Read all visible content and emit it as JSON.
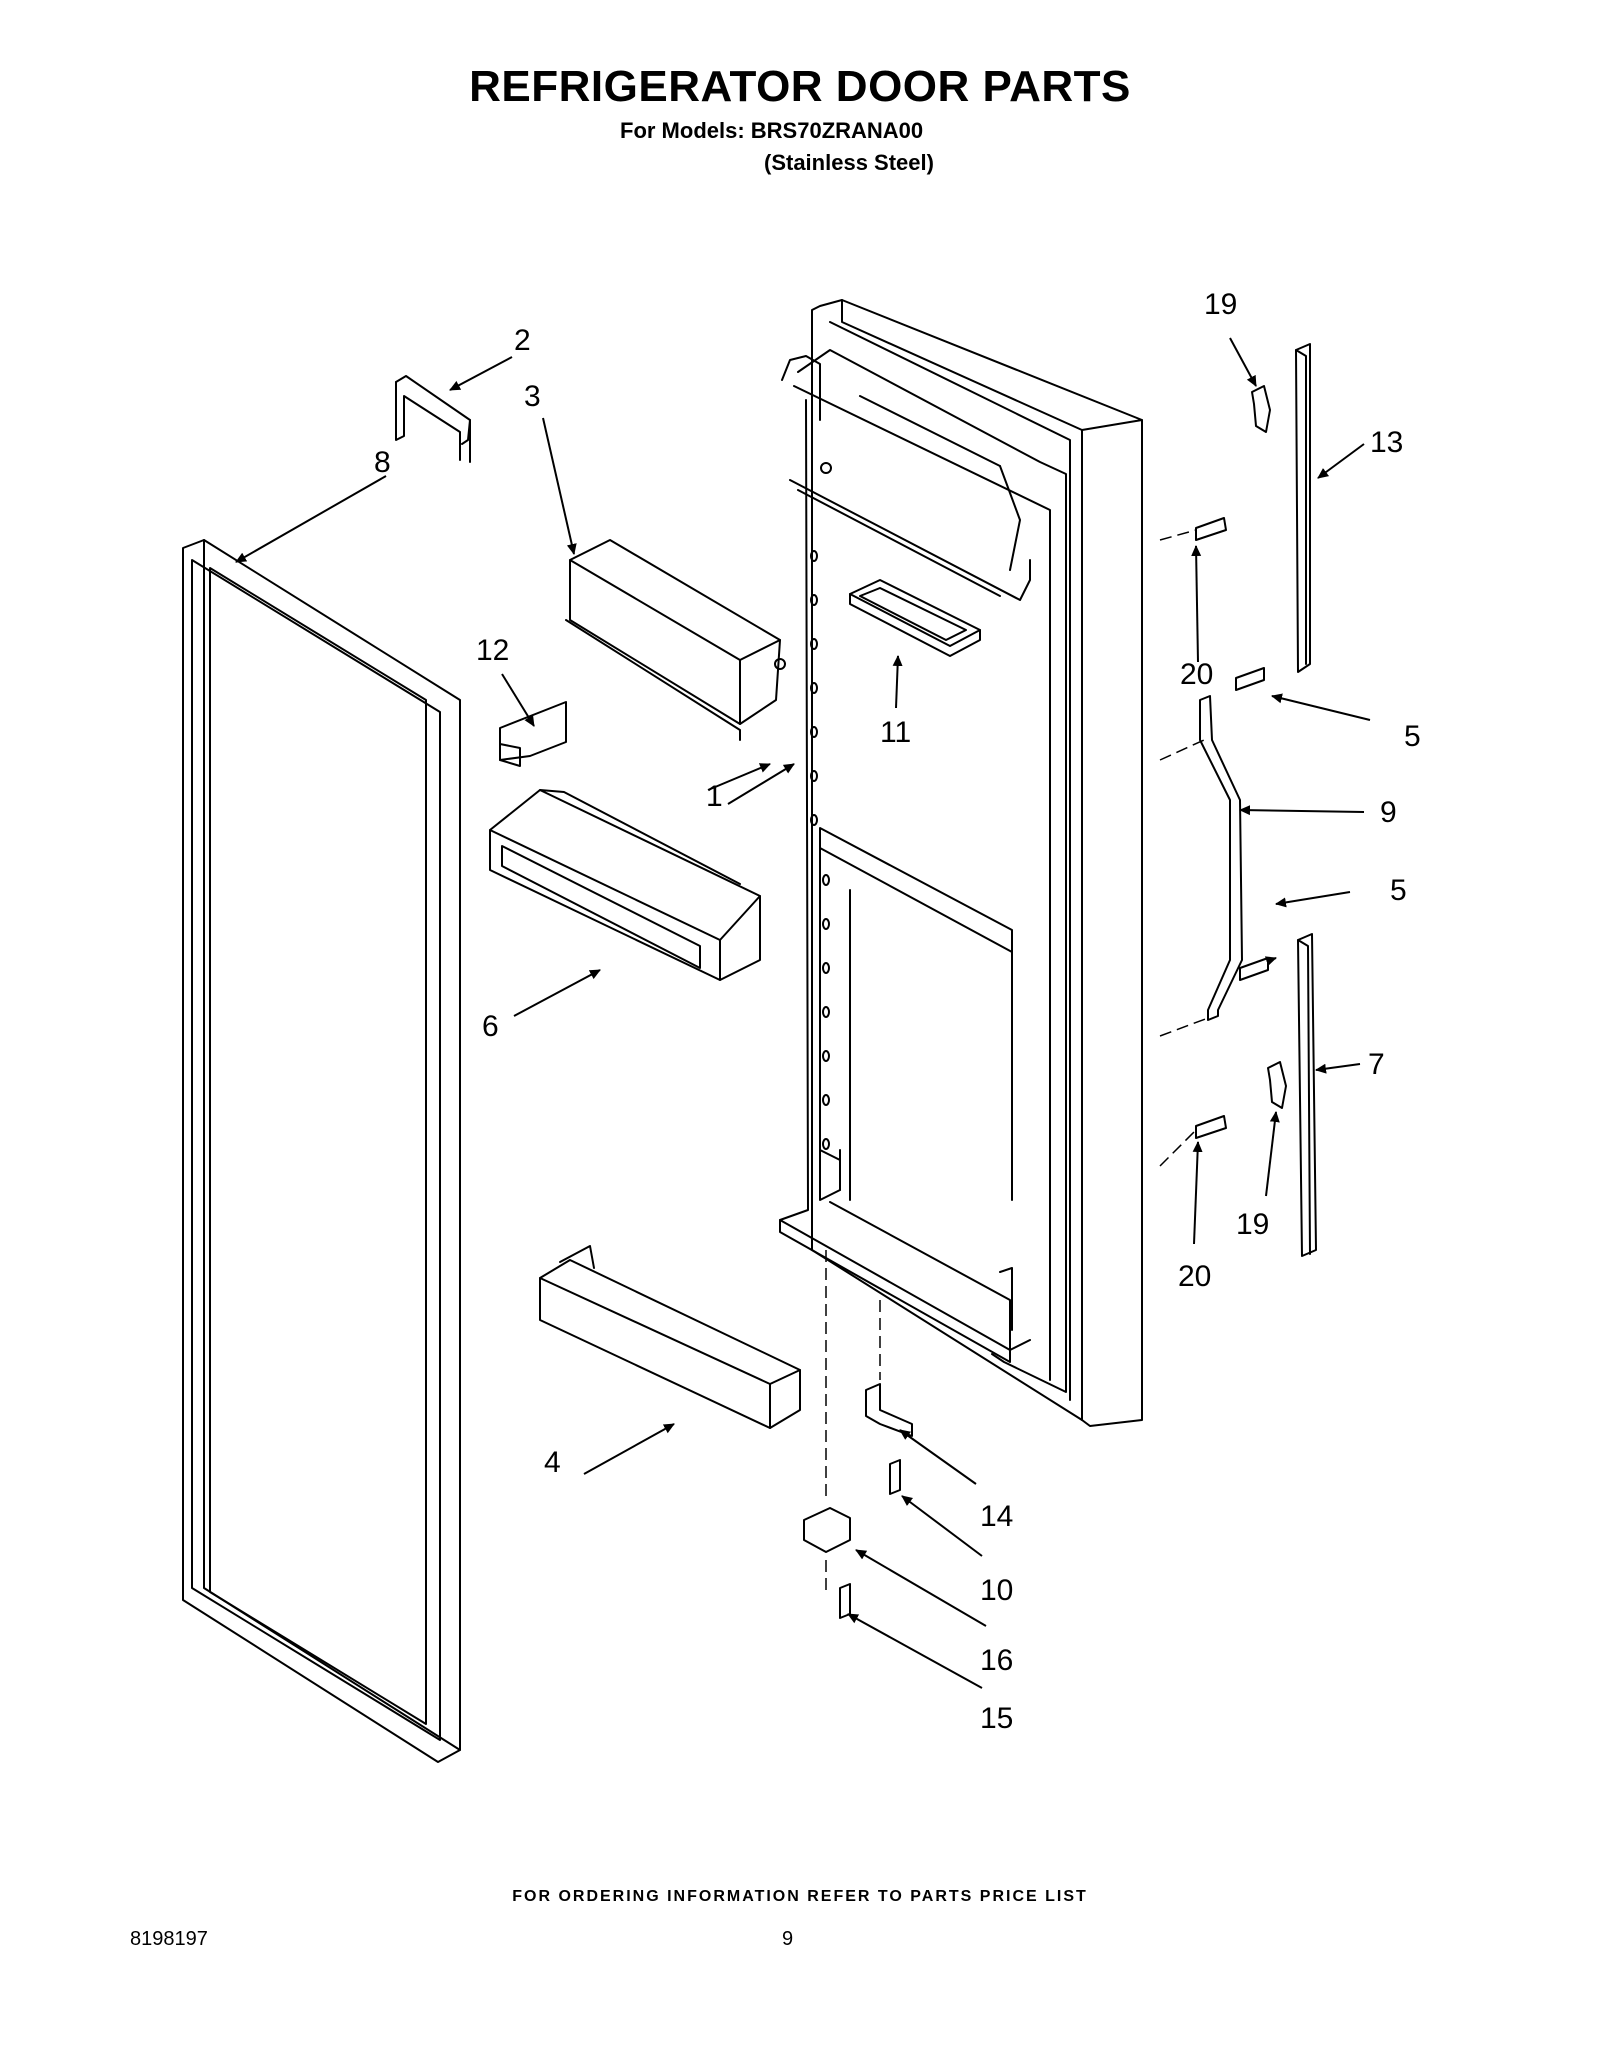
{
  "header": {
    "title": "REFRIGERATOR DOOR PARTS",
    "models_line": "For Models: BRS70ZRANA00",
    "finish_line": "(Stainless Steel)"
  },
  "callouts": {
    "c1": "1",
    "c2": "2",
    "c3": "3",
    "c4": "4",
    "c5a": "5",
    "c5b": "5",
    "c6": "6",
    "c7": "7",
    "c8": "8",
    "c9": "9",
    "c10": "10",
    "c11": "11",
    "c12": "12",
    "c13": "13",
    "c14": "14",
    "c15": "15",
    "c16": "16",
    "c19a": "19",
    "c19b": "19",
    "c20a": "20",
    "c20b": "20"
  },
  "footer": {
    "ordering_note": "FOR ORDERING INFORMATION REFER TO PARTS PRICE LIST",
    "doc_number": "8198197",
    "page_number": "9"
  }
}
